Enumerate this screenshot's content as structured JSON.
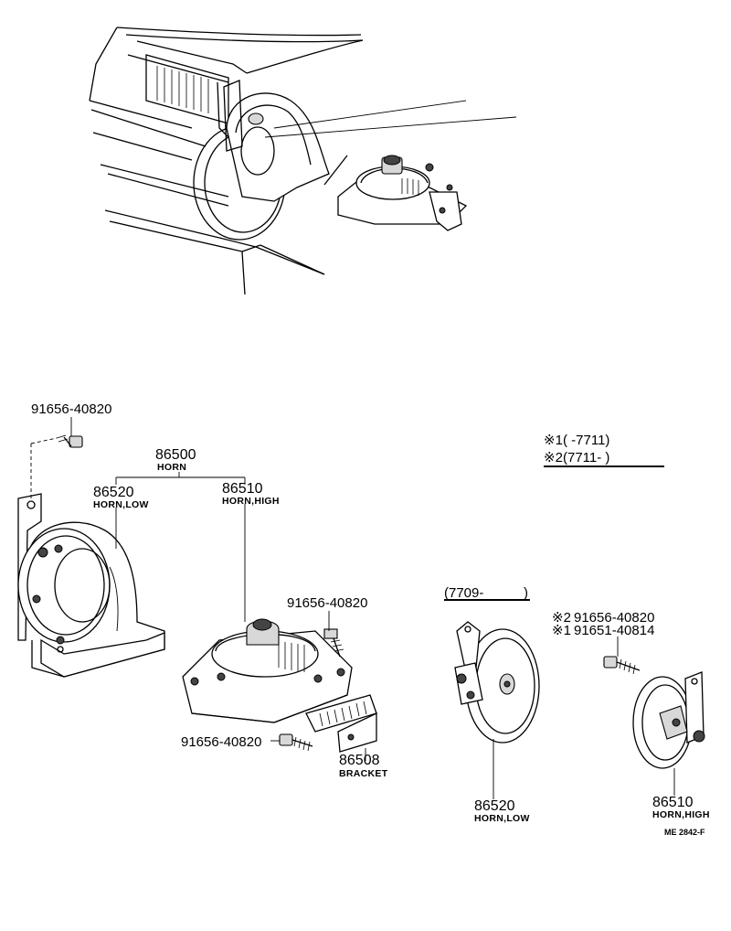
{
  "labels": {
    "bolt_top_left": "91656-40820",
    "horn_assy_no": "86500",
    "horn_assy_name": "HORN",
    "horn_low_left_no": "86520",
    "horn_low_left_name": "HORN,LOW",
    "horn_high_left_no": "86510",
    "horn_high_left_name": "HORN,HIGH",
    "bolt_mid": "91656-40820",
    "bolt_bottom": "91656-40820",
    "bracket_no": "86508",
    "bracket_name": "BRACKET",
    "date_range_mid": "(7709-",
    "date_range_mid_close": ")",
    "legend_1_mark": "※1",
    "legend_1_text": "(      -7711)",
    "legend_2_mark": "※2",
    "legend_2_text": "(7711-        )",
    "bolt_right_2_mark": "※2",
    "bolt_right_2": "91656-40820",
    "bolt_right_1_mark": "※1",
    "bolt_right_1": "91651-40814",
    "horn_low_right_no": "86520",
    "horn_low_right_name": "HORN,LOW",
    "horn_high_right_no": "86510",
    "horn_high_right_name": "HORN,HIGH",
    "figure_code": "ME 2842-F"
  }
}
